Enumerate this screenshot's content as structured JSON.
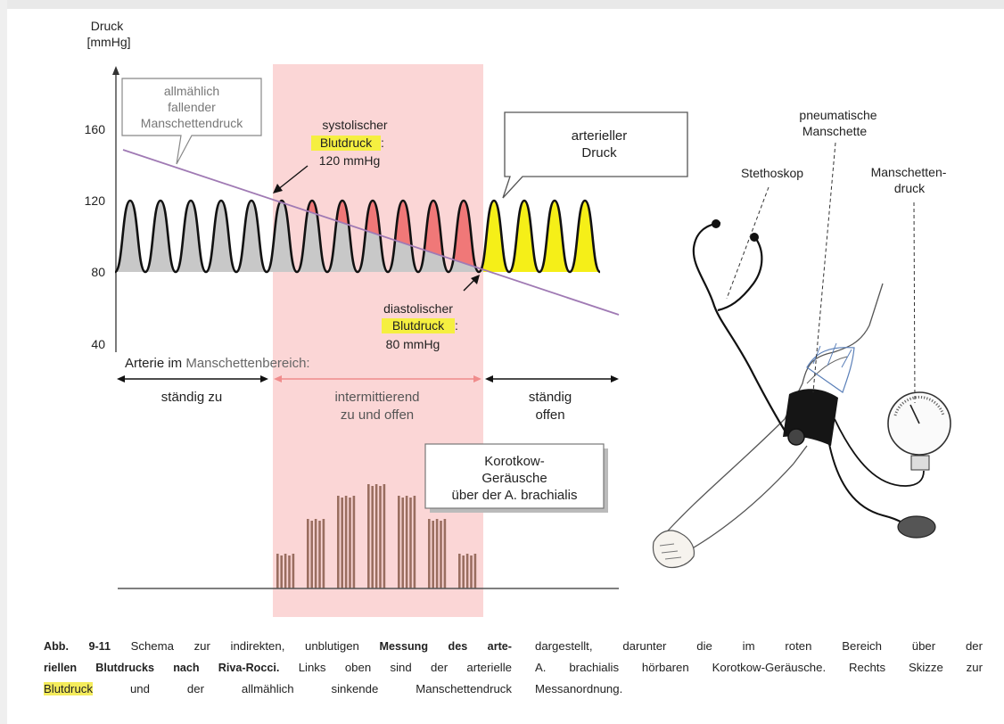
{
  "chart": {
    "y_axis_title_line1": "Druck",
    "y_axis_title_line2": "[mmHg]",
    "y_ticks": [
      "160",
      "120",
      "80",
      "40"
    ],
    "callout_cuff": [
      "allmählich",
      "fallender",
      "Manschettendruck"
    ],
    "label_systolic_line1": "systolischer",
    "label_systolic_hl": "Blutdruck",
    "label_systolic_colon": ":",
    "label_systolic_value": "120 mmHg",
    "callout_arterial": [
      "arterieller",
      "Druck"
    ],
    "label_diastolic_line1": "diastolischer",
    "label_diastolic_hl": "Blutdruck",
    "label_diastolic_colon": ":",
    "label_diastolic_value": "80 mmHg",
    "artery_label_a": "Arterie im ",
    "artery_label_b": "Manschettenbereich:",
    "state_closed": "ständig zu",
    "state_intermittent": [
      "intermittierend",
      "zu und offen"
    ],
    "state_open": [
      "ständig",
      "offen"
    ],
    "callout_korotkow": [
      "Korotkow-",
      "Geräusche",
      "über der A. brachialis"
    ]
  },
  "chart_data": {
    "type": "line",
    "ylabel": "Druck [mmHg]",
    "y_ticks": [
      160,
      120,
      80,
      40
    ],
    "series": [
      {
        "name": "arterieller Druck",
        "pulses": 16,
        "min": 80,
        "max": 120
      },
      {
        "name": "allmählich fallender Manschettendruck",
        "start": 148,
        "end": 57
      }
    ],
    "annotations": [
      "systolischer Blutdruck: 120 mmHg",
      "diastolischer Blutdruck: 80 mmHg"
    ],
    "korotkow_sound_levels": [
      0.3,
      0.6,
      0.8,
      0.9,
      0.8,
      0.6,
      0.3
    ],
    "colors": {
      "closed": "#c8c8c8",
      "intermittent": "#f07878",
      "open": "#f5ef18",
      "cuff_line": "#a07ab4",
      "zone": "#fbd7d7",
      "bars": "#9a6e60"
    }
  },
  "sketch": {
    "stethoskop": "Stethoskop",
    "manschette": [
      "pneumatische",
      "Manschette"
    ],
    "manschettendruck": [
      "Manschetten-",
      "druck"
    ]
  },
  "caption": {
    "left_lines": [
      [
        "Abb. 9-11",
        " Schema zur indirekten, unblutigen ",
        "Messung des arte-"
      ],
      [
        "riellen Blutdrucks nach Riva-Rocci.",
        " Links oben sind der arterielle"
      ],
      [
        "Blutdruck",
        " und der allmählich sinkende Manschettendruck"
      ]
    ],
    "right_lines": [
      "dargestellt, darunter die im roten Bereich über der",
      "A. brachialis hörbaren Korotkow-Geräusche. Rechts Skizze zur",
      "Messanordnung."
    ]
  }
}
